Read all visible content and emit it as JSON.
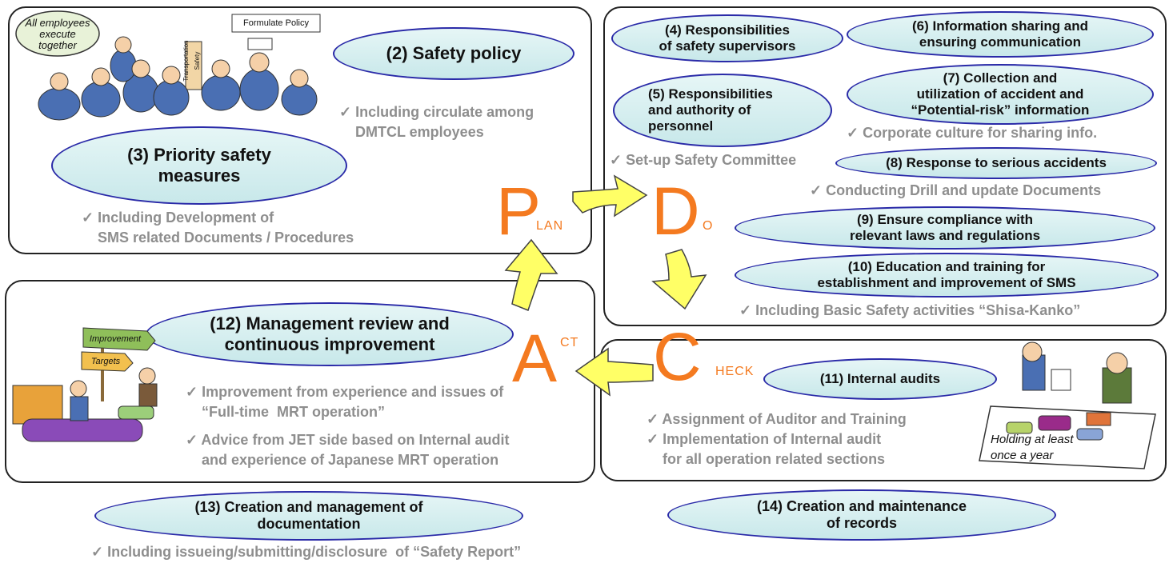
{
  "pdca": {
    "p_big": "P",
    "p_small": "LAN",
    "d_big": "D",
    "d_small": "O",
    "c_big": "C",
    "c_small": "HECK",
    "a_big": "A",
    "a_small": "CT",
    "color": "#f47a20"
  },
  "plan": {
    "safety_policy": "(2) Safety policy",
    "safety_policy_note": "✓ Including circulate among\n    DMTCL employees",
    "priority": "(3) Priority safety\nmeasures",
    "priority_note": "✓ Including Development of\n    SMS related Documents / Procedures",
    "illus_bubble": "All employees\nexecute\ntogether",
    "illus_sign": "Formulate Policy",
    "illus_board": "Transportation\nSafety"
  },
  "do": {
    "e4": "(4) Responsibilities\nof safety supervisors",
    "e5": "(5) Responsibilities\nand authority of\npersonnel",
    "e5_note": "✓ Set-up Safety Committee",
    "e6": "(6) Information sharing and\nensuring communication",
    "e7": "(7) Collection and\nutilization of accident and\n“Potential-risk” information",
    "e7_note": "✓ Corporate culture for sharing info.",
    "e8": "(8) Response to serious accidents",
    "e8_note": "✓ Conducting Drill and update Documents",
    "e9": "(9) Ensure compliance with\nrelevant laws and regulations",
    "e10": "(10) Education and training for\nestablishment  and improvement of SMS",
    "e10_note": "✓ Including Basic Safety activities “Shisa-Kanko”"
  },
  "check": {
    "e11": "(11) Internal  audits",
    "note": "✓ Assignment of Auditor and Training\n✓ Implementation of Internal audit\n    for all operation related sections",
    "illus_caption": "Holding at least\nonce a year"
  },
  "act": {
    "e12": "(12) Management review and\ncontinuous improvement",
    "note1": "✓ Improvement from experience and issues of\n    “Full-time  MRT operation”",
    "note2": "✓ Advice from JET side based on Internal audit\n    and experience of Japanese MRT operation",
    "sign1": "Improvement",
    "sign2": "Targets"
  },
  "bottom": {
    "e13": "(13) Creation and management of\ndocumentation",
    "e13_note": "✓ Including issueing/submitting/disclosure  of “Safety Report”",
    "e14": "(14) Creation and maintenance\nof records"
  }
}
